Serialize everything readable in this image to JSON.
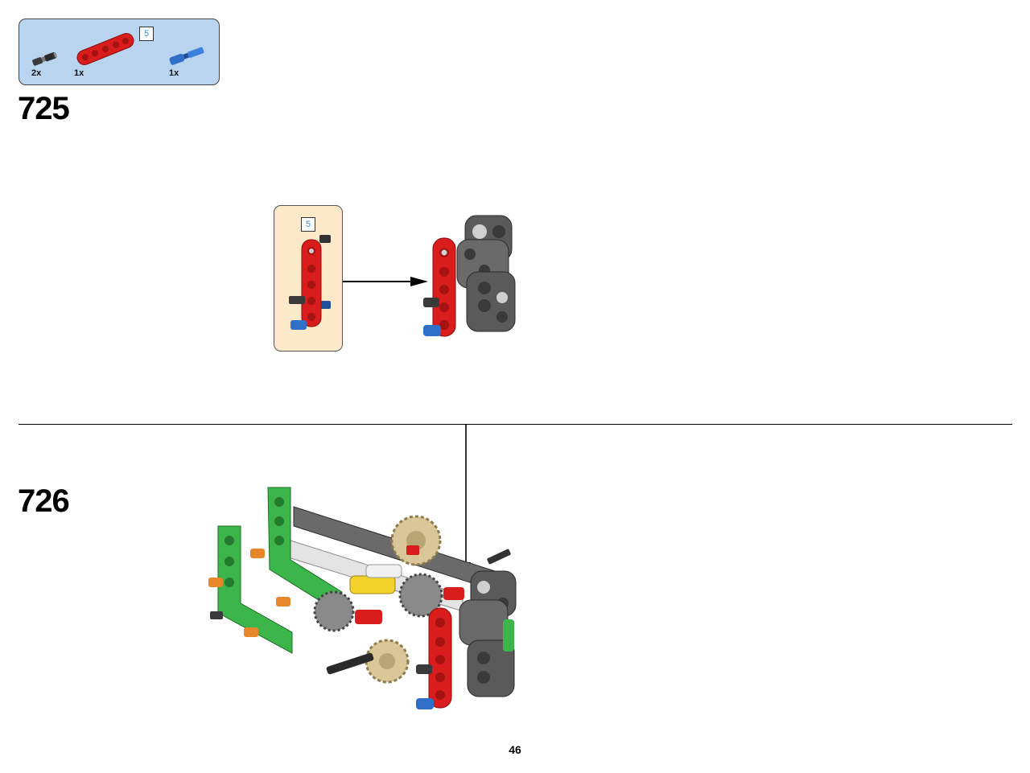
{
  "parts_list": {
    "items": [
      {
        "name": "gray-axle-pin",
        "qty": "2x"
      },
      {
        "name": "red-beam",
        "qty": "1x",
        "length": "5"
      },
      {
        "name": "blue-axle-pin",
        "qty": "1x"
      }
    ]
  },
  "steps": [
    {
      "number": "725",
      "subassembly_length": "5"
    },
    {
      "number": "726"
    }
  ],
  "page_number": "46",
  "colors": {
    "parts_bg": "#b8d4ef",
    "subassembly_bg": "#fbe9c9",
    "red": "#d91c1c",
    "green": "#3cb64a",
    "blue": "#2f6fc8",
    "gray": "#5a5a5a",
    "tan": "#d9c79a",
    "orange": "#e8872a",
    "yellow": "#f2d22b"
  }
}
